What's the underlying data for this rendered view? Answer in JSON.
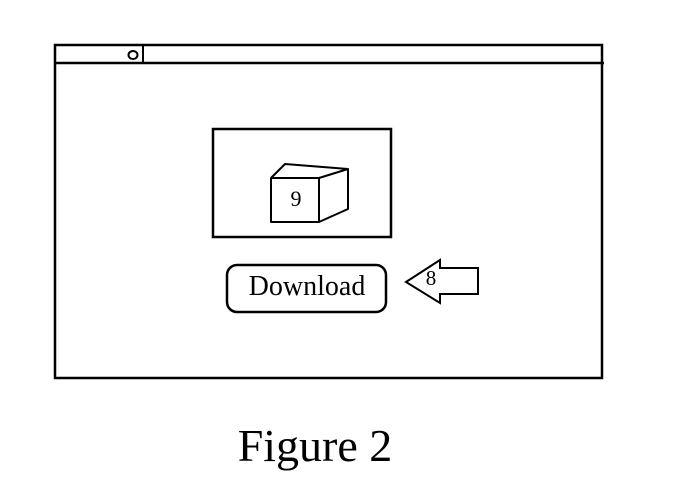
{
  "figure": {
    "caption": "Figure 2"
  },
  "window": {
    "title_bar_icon": "circle-icon"
  },
  "preview": {
    "object_icon": "cube-icon",
    "object_label": "9"
  },
  "download_button": {
    "label": "Download"
  },
  "pointer_arrow": {
    "icon": "left-arrow-icon",
    "label": "8"
  }
}
